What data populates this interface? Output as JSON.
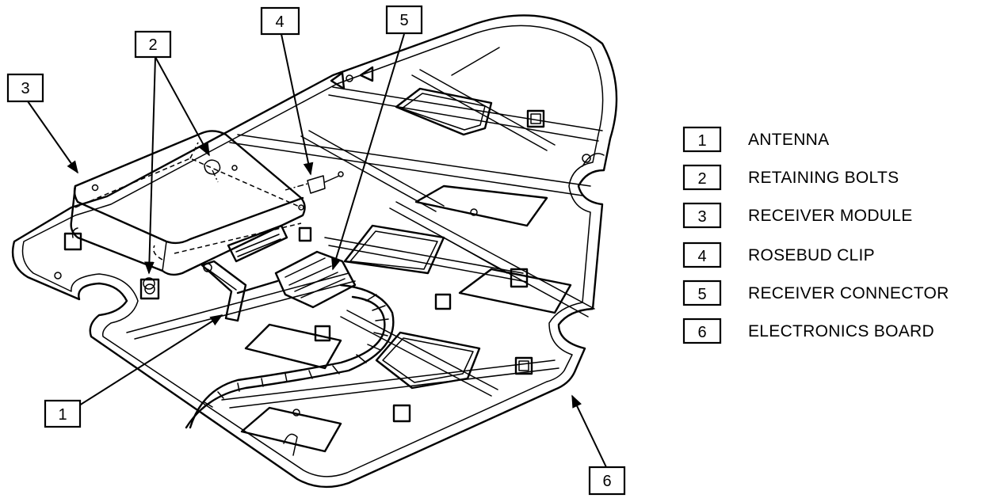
{
  "callouts": [
    {
      "number": "1"
    },
    {
      "number": "2"
    },
    {
      "number": "3"
    },
    {
      "number": "4"
    },
    {
      "number": "5"
    },
    {
      "number": "6"
    }
  ],
  "legend": [
    {
      "number": "1",
      "label": "ANTENNA"
    },
    {
      "number": "2",
      "label": "RETAINING BOLTS"
    },
    {
      "number": "3",
      "label": "RECEIVER MODULE"
    },
    {
      "number": "4",
      "label": "ROSEBUD CLIP"
    },
    {
      "number": "5",
      "label": "RECEIVER CONNECTOR"
    },
    {
      "number": "6",
      "label": "ELECTRONICS BOARD"
    }
  ]
}
